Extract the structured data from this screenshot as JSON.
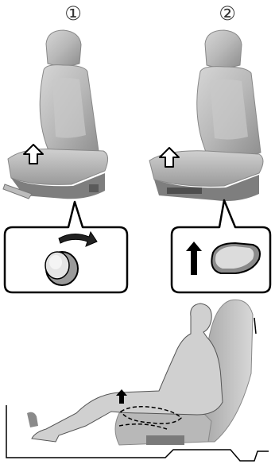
{
  "steps": [
    {
      "number": "①",
      "action": "rotate-knob"
    },
    {
      "number": "②",
      "action": "lift-lever"
    }
  ],
  "colors": {
    "seat_dark": "#8f8f8f",
    "seat_mid": "#b4b4b4",
    "seat_light": "#d2d2d2",
    "person": "#cfcfcf",
    "outline": "#000000"
  },
  "icons": [
    "up-arrow-icon",
    "knob-icon",
    "lever-icon",
    "curved-arrow-icon"
  ]
}
